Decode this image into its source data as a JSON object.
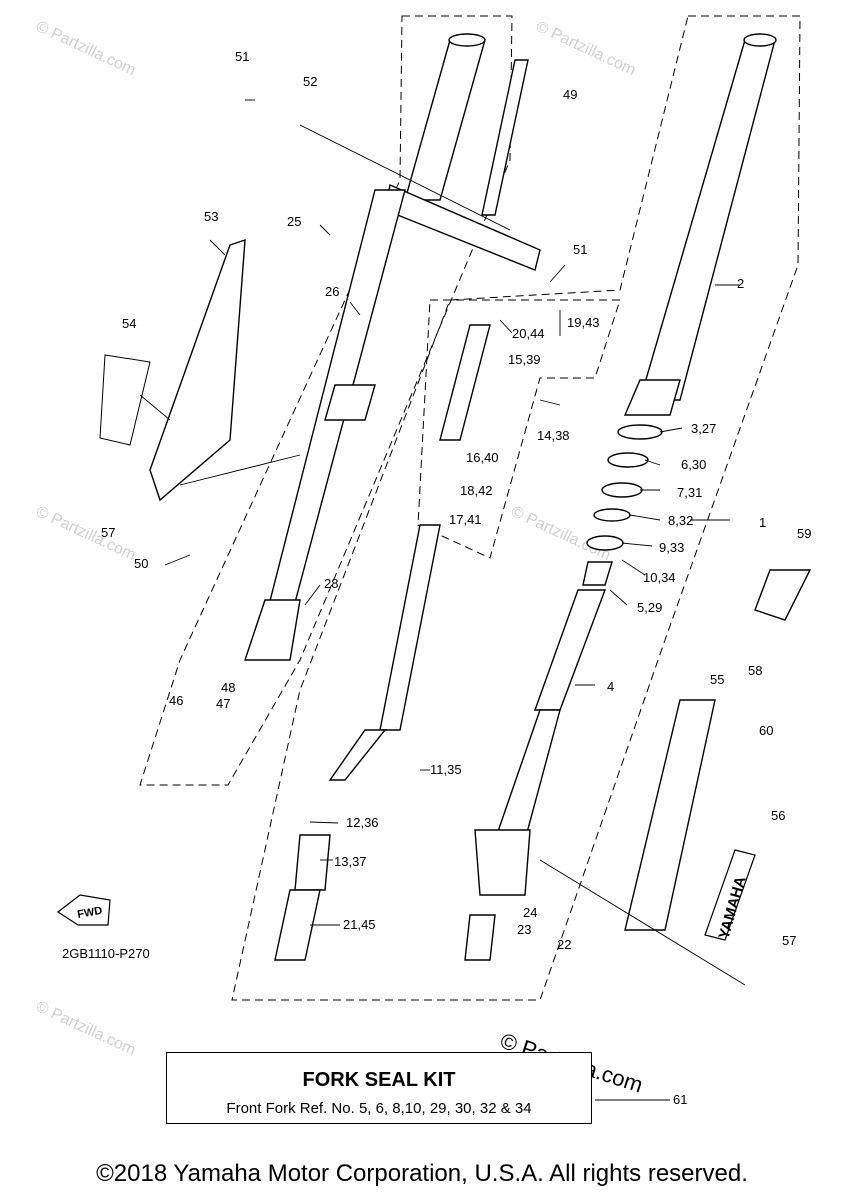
{
  "diagram_code": "2GB1110-P270",
  "fwd_label": "FWD",
  "brand_label": "YAMAHA",
  "watermark": "© Partzilla.com",
  "partzilla_mark": "© Partzilla.com",
  "kit": {
    "title": "FORK SEAL KIT",
    "refs": "Front Fork Ref. No. 5, 6, 8,10, 29, 30, 32 & 34"
  },
  "copyright": "©2018 Yamaha Motor Corporation, U.S.A. All rights reserved.",
  "callouts": [
    "51",
    "52",
    "49",
    "53",
    "25",
    "51",
    "54",
    "26",
    "2",
    "19,43",
    "20,44",
    "15,39",
    "14,38",
    "3,27",
    "16,40",
    "6,30",
    "18,42",
    "7,31",
    "57",
    "17,41",
    "8,32",
    "1",
    "59",
    "9,33",
    "50",
    "28",
    "10,34",
    "5,29",
    "58",
    "48",
    "4",
    "46",
    "47",
    "55",
    "60",
    "11,35",
    "12,36",
    "56",
    "13,37",
    "24",
    "21,45",
    "23",
    "22",
    "57",
    "61"
  ]
}
